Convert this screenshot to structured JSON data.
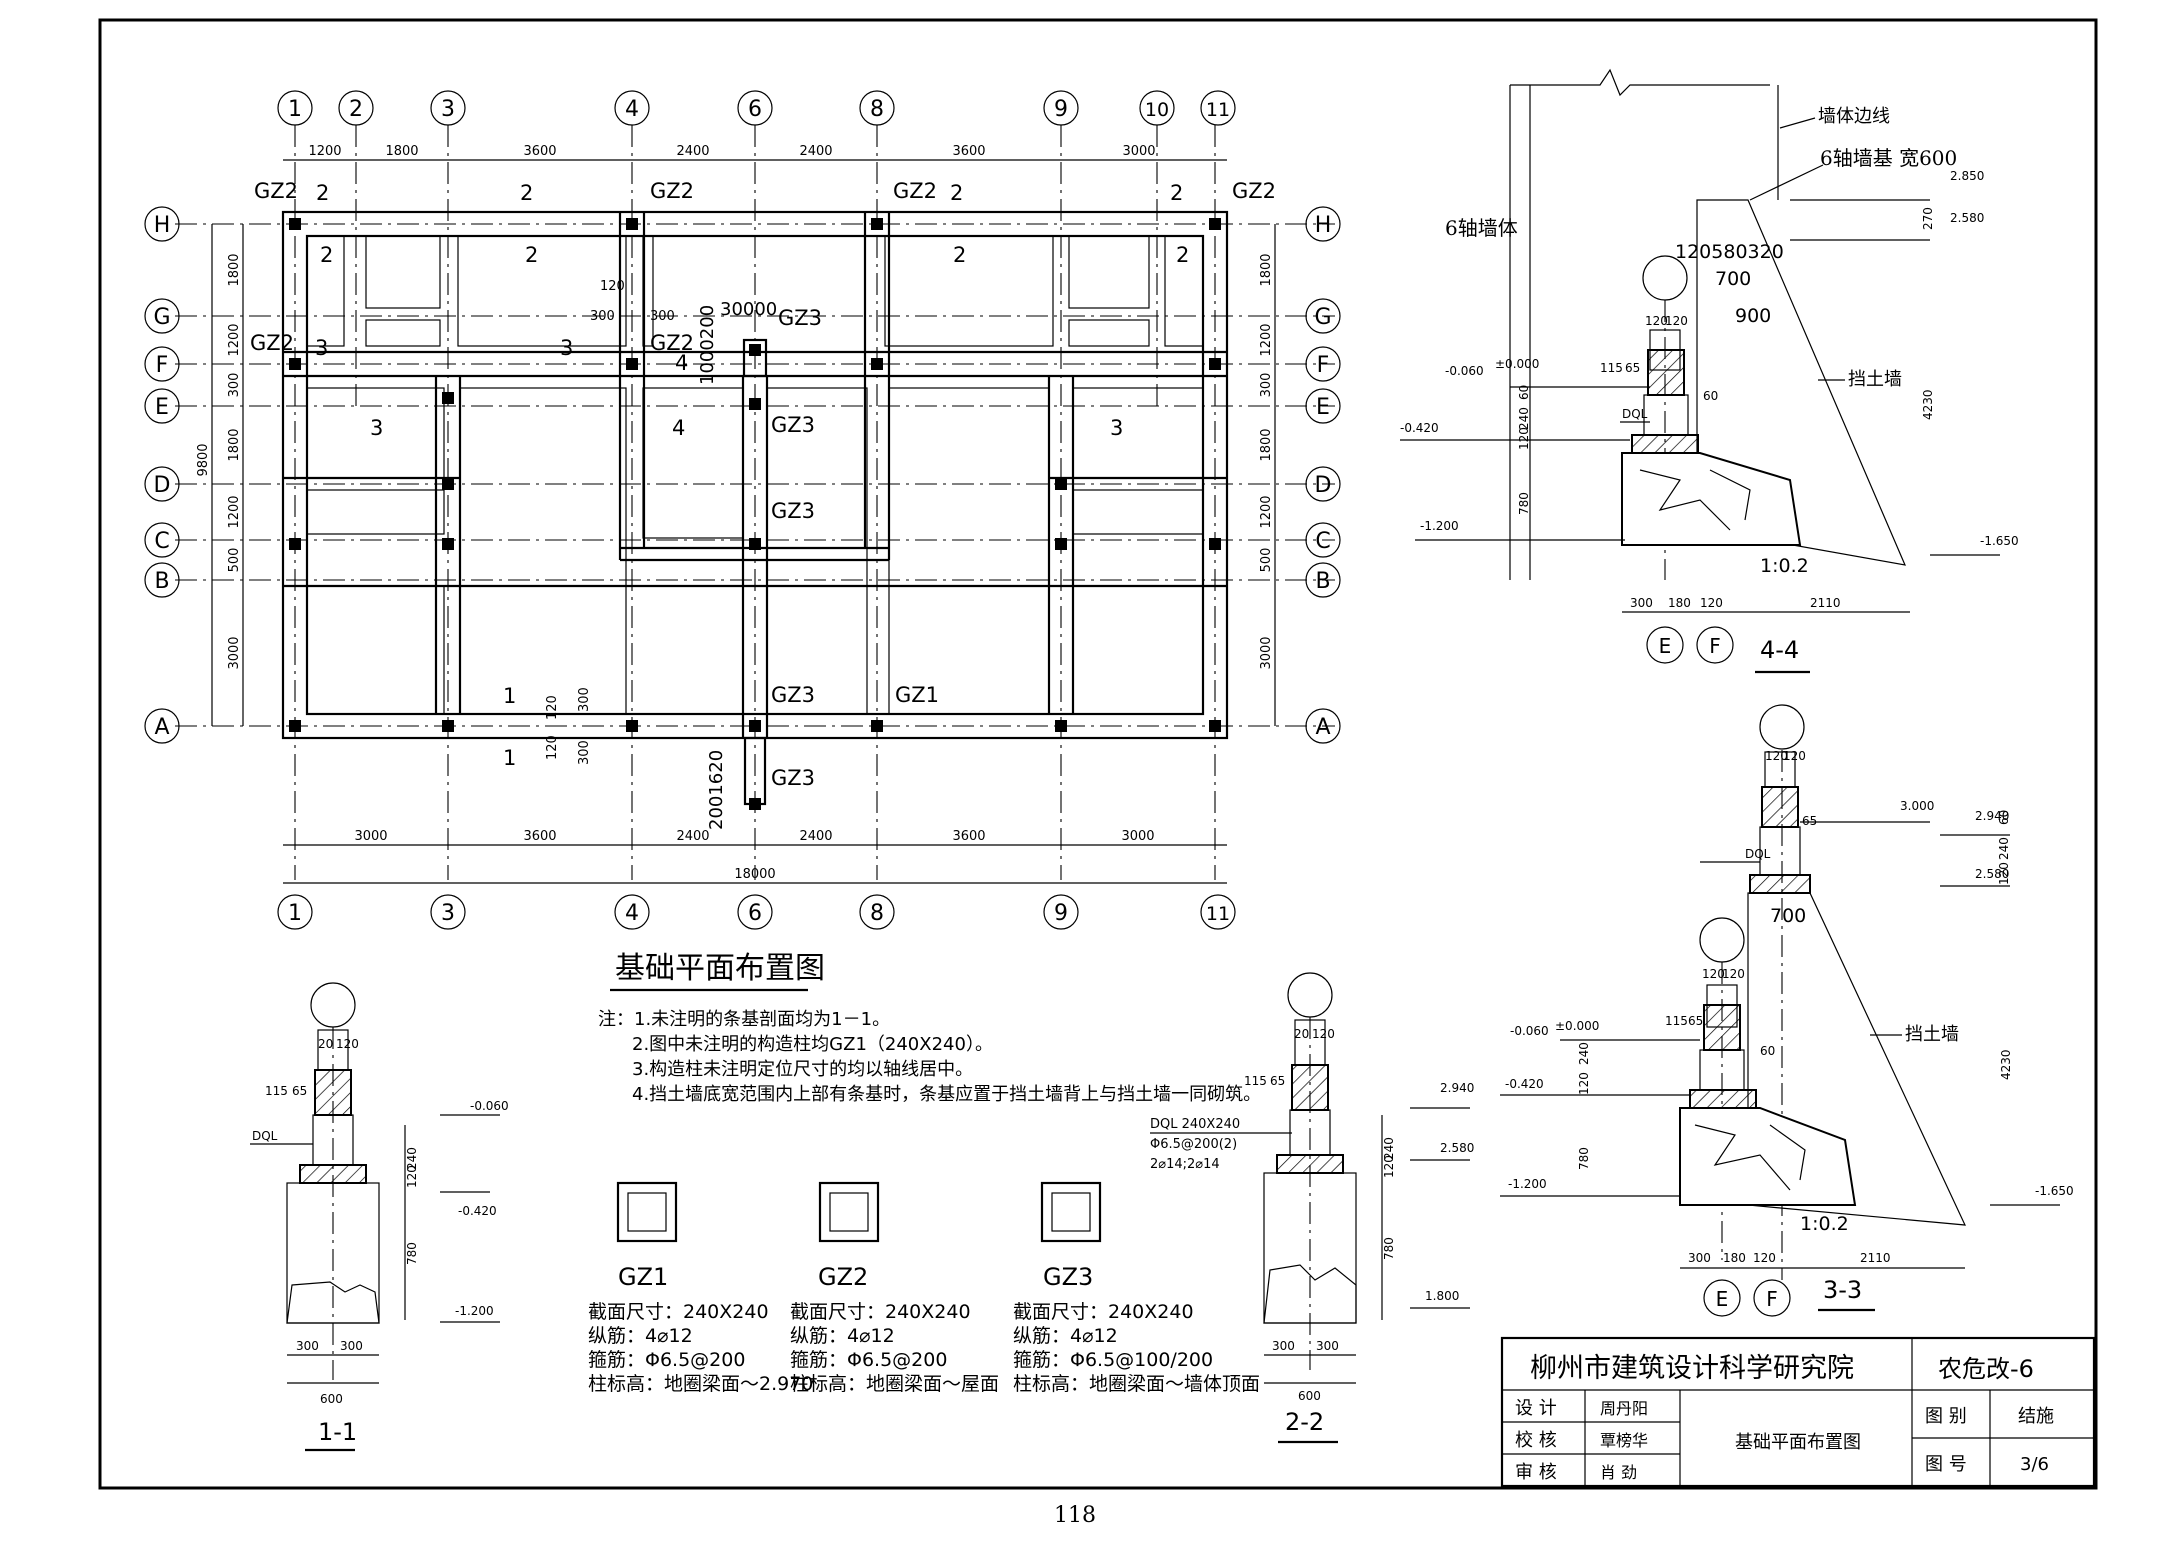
{
  "plan": {
    "title": "基础平面布置图",
    "axes_numbers_top": [
      "1",
      "2",
      "3",
      "4",
      "6",
      "8",
      "9",
      "10",
      "11"
    ],
    "axes_numbers_bottom": [
      "1",
      "3",
      "4",
      "6",
      "8",
      "9",
      "11"
    ],
    "axes_letters": [
      "H",
      "G",
      "F",
      "E",
      "D",
      "C",
      "B",
      "A"
    ],
    "dims_top": [
      "1200",
      "1800",
      "3600",
      "2400",
      "2400",
      "3600",
      "3000"
    ],
    "dims_bottom": [
      "3000",
      "3600",
      "2400",
      "2400",
      "3600",
      "3000"
    ],
    "dim_total": "18000",
    "dims_left": [
      "1800",
      "1200",
      "300",
      "1800",
      "1200",
      "500",
      "3000"
    ],
    "dim_left_total": "9800",
    "dims_right": [
      "1800",
      "1200",
      "300",
      "1800",
      "1200",
      "500",
      "3000"
    ],
    "column_labels": [
      "GZ2",
      "GZ2",
      "GZ2",
      "GZ2",
      "GZ2",
      "GZ2",
      "GZ3",
      "GZ3",
      "GZ3",
      "GZ3",
      "GZ1",
      "GZ3"
    ],
    "section_marks": [
      "2",
      "2",
      "2",
      "2",
      "2",
      "2",
      "2",
      "2",
      "3",
      "3",
      "3",
      "3",
      "4",
      "4",
      "1",
      "1"
    ],
    "local_dims": [
      "30000",
      "1000200",
      "120",
      "300",
      "300",
      "120",
      "300",
      "120",
      "300",
      "2001620"
    ]
  },
  "notes": {
    "heading": "注：1.未注明的条基剖面均为1－1。",
    "items": [
      "2.图中未注明的构造柱均GZ1（240X240）。",
      "3.构造柱未注明定位尺寸的均以轴线居中。",
      "4.挡土墙底宽范围内上部有条基时，条基应置于挡土墙背上与挡土墙一同砌筑。"
    ]
  },
  "columns": [
    {
      "name": "GZ1",
      "size": "截面尺寸：240X240",
      "long": "纵筋：4⌀12",
      "stirrup": "箍筋：Φ6.5@200",
      "height": "柱标高：地圈梁面～2.970"
    },
    {
      "name": "GZ2",
      "size": "截面尺寸：240X240",
      "long": "纵筋：4⌀12",
      "stirrup": "箍筋：Φ6.5@200",
      "height": "柱标高：地圈梁面～屋面"
    },
    {
      "name": "GZ3",
      "size": "截面尺寸：240X240",
      "long": "纵筋：4⌀12",
      "stirrup": "箍筋：Φ6.5@100/200",
      "height": "柱标高：地圈梁面～墙体顶面"
    }
  ],
  "section_1_1": {
    "label": "1-1",
    "dims": [
      "20",
      "120",
      "115",
      "65",
      "240",
      "120",
      "780",
      "300",
      "300",
      "600"
    ],
    "dql": "DQL",
    "elevs": [
      "-0.060",
      "-0.420",
      "-1.200"
    ]
  },
  "section_2_2": {
    "label": "2-2",
    "dims": [
      "20",
      "120",
      "115",
      "65",
      "240",
      "120",
      "780",
      "300",
      "300",
      "600"
    ],
    "dql_spec": [
      "DQL 240X240",
      "Φ6.5@200(2)",
      "2⌀14;2⌀14"
    ],
    "elevs": [
      "2.940",
      "2.580",
      "1.800"
    ]
  },
  "section_4_4": {
    "label": "4-4",
    "wall_edge": "墙体边线",
    "axis_wall": "6轴墙体",
    "axis_base": "6轴墙基 宽600",
    "retaining": "挡土墙",
    "slope": "1:0.2",
    "dims_top": [
      "120580320",
      "700",
      "900"
    ],
    "dims_small": [
      "120",
      "120",
      "115",
      "65",
      "60",
      "60",
      "240",
      "120",
      "780",
      "270",
      "4230"
    ],
    "dims_bottom": [
      "300",
      "180",
      "120",
      "2110"
    ],
    "axes": [
      "E",
      "F"
    ],
    "dql": "DQL",
    "elevs_left": [
      "±0.000",
      "-0.060",
      "-0.420",
      "-1.200"
    ],
    "elevs_right": [
      "2.850",
      "2.580",
      "-1.650"
    ]
  },
  "section_3_3": {
    "label": "3-3",
    "retaining": "挡土墙",
    "slope": "1:0.2",
    "dims_small": [
      "120",
      "120",
      "65",
      "60",
      "240",
      "120",
      "700",
      "120",
      "120",
      "115",
      "65",
      "60",
      "240",
      "120",
      "780",
      "4230"
    ],
    "dims_bottom": [
      "300",
      "180",
      "120",
      "2110"
    ],
    "axes": [
      "E",
      "F"
    ],
    "dql": "DQL",
    "elevs_upper": [
      "3.000",
      "2.940",
      "2.580"
    ],
    "elevs_left": [
      "±0.000",
      "-0.060",
      "-0.420",
      "-1.200"
    ],
    "elevs_right": [
      "-1.650"
    ]
  },
  "title_block": {
    "institute": "柳州市建筑设计科学研究院",
    "project": "农危改-6",
    "roles": [
      "设 计",
      "校 核",
      "审 核"
    ],
    "names": [
      "周丹阳",
      "覃榜华",
      "肖 劲"
    ],
    "drawing_name": "基础平面布置图",
    "type_label": "图 别",
    "type_value": "结施",
    "no_label": "图 号",
    "no_value": "3/6"
  },
  "page_number": "118"
}
